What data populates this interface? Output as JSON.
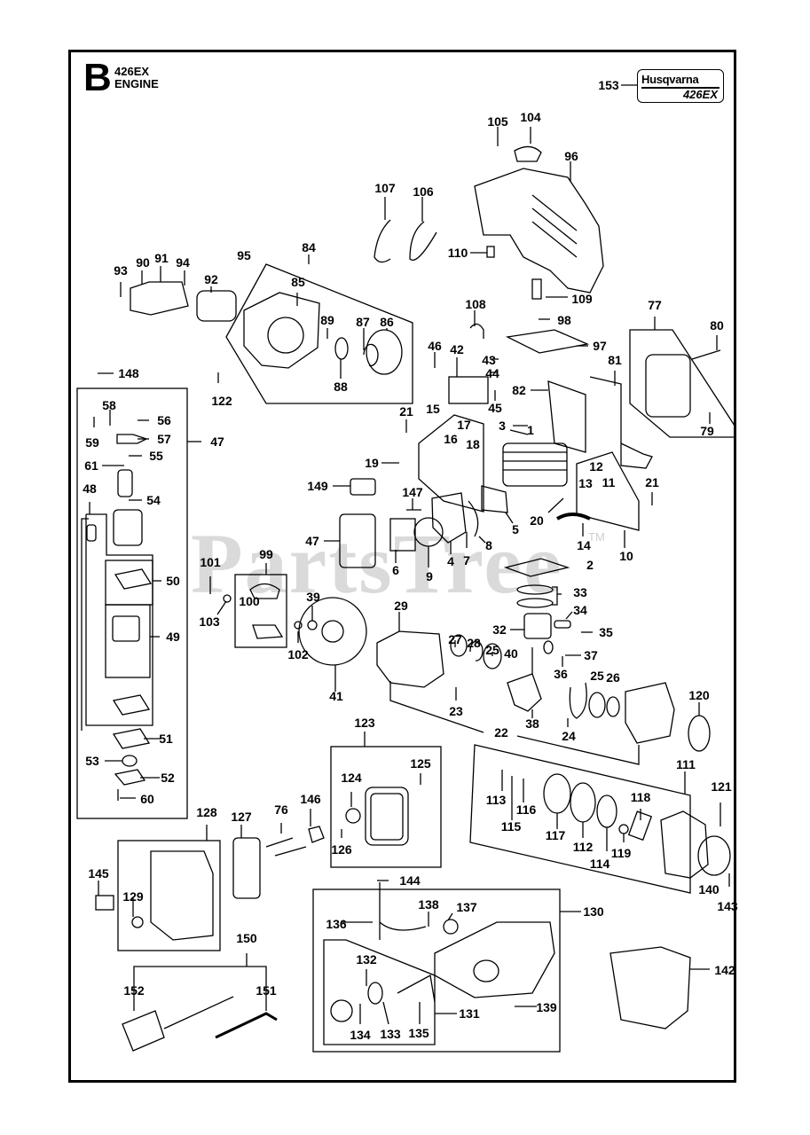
{
  "header": {
    "section_letter": "B",
    "model": "426EX",
    "section_title": "ENGINE"
  },
  "brand_badge": {
    "callout": "153",
    "brand": "Husqvarna",
    "model": "426EX"
  },
  "watermark": {
    "text": "PartsTree",
    "trademark": "TM"
  },
  "colors": {
    "ink": "#000000",
    "watermark": "#d4d4d4",
    "background": "#ffffff"
  },
  "callouts": [
    {
      "id": "1",
      "label": "1"
    },
    {
      "id": "2",
      "label": "2"
    },
    {
      "id": "3",
      "label": "3"
    },
    {
      "id": "4",
      "label": "4"
    },
    {
      "id": "5",
      "label": "5"
    },
    {
      "id": "6",
      "label": "6"
    },
    {
      "id": "7",
      "label": "7"
    },
    {
      "id": "8",
      "label": "8"
    },
    {
      "id": "9",
      "label": "9"
    },
    {
      "id": "10",
      "label": "10"
    },
    {
      "id": "11",
      "label": "11"
    },
    {
      "id": "12",
      "label": "12"
    },
    {
      "id": "13",
      "label": "13"
    },
    {
      "id": "14",
      "label": "14"
    },
    {
      "id": "15",
      "label": "15"
    },
    {
      "id": "16",
      "label": "16"
    },
    {
      "id": "17",
      "label": "17"
    },
    {
      "id": "18",
      "label": "18"
    },
    {
      "id": "19",
      "label": "19"
    },
    {
      "id": "20",
      "label": "20"
    },
    {
      "id": "21a",
      "label": "21"
    },
    {
      "id": "21b",
      "label": "21"
    },
    {
      "id": "22",
      "label": "22"
    },
    {
      "id": "23",
      "label": "23"
    },
    {
      "id": "24",
      "label": "24"
    },
    {
      "id": "25a",
      "label": "25"
    },
    {
      "id": "25b",
      "label": "25"
    },
    {
      "id": "26",
      "label": "26"
    },
    {
      "id": "27",
      "label": "27"
    },
    {
      "id": "28",
      "label": "28"
    },
    {
      "id": "29",
      "label": "29"
    },
    {
      "id": "32",
      "label": "32"
    },
    {
      "id": "33",
      "label": "33"
    },
    {
      "id": "34",
      "label": "34"
    },
    {
      "id": "35",
      "label": "35"
    },
    {
      "id": "36",
      "label": "36"
    },
    {
      "id": "37",
      "label": "37"
    },
    {
      "id": "38",
      "label": "38"
    },
    {
      "id": "39",
      "label": "39"
    },
    {
      "id": "40",
      "label": "40"
    },
    {
      "id": "41",
      "label": "41"
    },
    {
      "id": "42",
      "label": "42"
    },
    {
      "id": "43",
      "label": "43"
    },
    {
      "id": "44",
      "label": "44"
    },
    {
      "id": "45",
      "label": "45"
    },
    {
      "id": "46",
      "label": "46"
    },
    {
      "id": "47a",
      "label": "47"
    },
    {
      "id": "47b",
      "label": "47"
    },
    {
      "id": "48",
      "label": "48"
    },
    {
      "id": "49",
      "label": "49"
    },
    {
      "id": "50",
      "label": "50"
    },
    {
      "id": "51",
      "label": "51"
    },
    {
      "id": "52",
      "label": "52"
    },
    {
      "id": "53",
      "label": "53"
    },
    {
      "id": "54",
      "label": "54"
    },
    {
      "id": "55",
      "label": "55"
    },
    {
      "id": "56",
      "label": "56"
    },
    {
      "id": "57",
      "label": "57"
    },
    {
      "id": "58",
      "label": "58"
    },
    {
      "id": "59",
      "label": "59"
    },
    {
      "id": "60",
      "label": "60"
    },
    {
      "id": "61",
      "label": "61"
    },
    {
      "id": "76",
      "label": "76"
    },
    {
      "id": "77",
      "label": "77"
    },
    {
      "id": "79",
      "label": "79"
    },
    {
      "id": "80",
      "label": "80"
    },
    {
      "id": "81",
      "label": "81"
    },
    {
      "id": "82",
      "label": "82"
    },
    {
      "id": "84",
      "label": "84"
    },
    {
      "id": "85",
      "label": "85"
    },
    {
      "id": "86",
      "label": "86"
    },
    {
      "id": "87",
      "label": "87"
    },
    {
      "id": "88",
      "label": "88"
    },
    {
      "id": "89",
      "label": "89"
    },
    {
      "id": "90",
      "label": "90"
    },
    {
      "id": "91",
      "label": "91"
    },
    {
      "id": "92",
      "label": "92"
    },
    {
      "id": "93",
      "label": "93"
    },
    {
      "id": "94",
      "label": "94"
    },
    {
      "id": "95",
      "label": "95"
    },
    {
      "id": "96",
      "label": "96"
    },
    {
      "id": "97",
      "label": "97"
    },
    {
      "id": "98",
      "label": "98"
    },
    {
      "id": "99",
      "label": "99"
    },
    {
      "id": "100",
      "label": "100"
    },
    {
      "id": "101",
      "label": "101"
    },
    {
      "id": "102",
      "label": "102"
    },
    {
      "id": "103",
      "label": "103"
    },
    {
      "id": "104",
      "label": "104"
    },
    {
      "id": "105",
      "label": "105"
    },
    {
      "id": "106",
      "label": "106"
    },
    {
      "id": "107",
      "label": "107"
    },
    {
      "id": "108",
      "label": "108"
    },
    {
      "id": "109",
      "label": "109"
    },
    {
      "id": "110",
      "label": "110"
    },
    {
      "id": "111",
      "label": "111"
    },
    {
      "id": "112",
      "label": "112"
    },
    {
      "id": "113",
      "label": "113"
    },
    {
      "id": "114",
      "label": "114"
    },
    {
      "id": "115",
      "label": "115"
    },
    {
      "id": "116",
      "label": "116"
    },
    {
      "id": "117",
      "label": "117"
    },
    {
      "id": "118",
      "label": "118"
    },
    {
      "id": "119",
      "label": "119"
    },
    {
      "id": "120",
      "label": "120"
    },
    {
      "id": "121",
      "label": "121"
    },
    {
      "id": "122",
      "label": "122"
    },
    {
      "id": "123",
      "label": "123"
    },
    {
      "id": "124",
      "label": "124"
    },
    {
      "id": "125",
      "label": "125"
    },
    {
      "id": "126",
      "label": "126"
    },
    {
      "id": "127",
      "label": "127"
    },
    {
      "id": "128",
      "label": "128"
    },
    {
      "id": "129",
      "label": "129"
    },
    {
      "id": "130",
      "label": "130"
    },
    {
      "id": "131",
      "label": "131"
    },
    {
      "id": "132",
      "label": "132"
    },
    {
      "id": "133",
      "label": "133"
    },
    {
      "id": "134",
      "label": "134"
    },
    {
      "id": "135",
      "label": "135"
    },
    {
      "id": "136",
      "label": "136"
    },
    {
      "id": "137",
      "label": "137"
    },
    {
      "id": "138",
      "label": "138"
    },
    {
      "id": "139",
      "label": "139"
    },
    {
      "id": "140",
      "label": "140"
    },
    {
      "id": "142",
      "label": "142"
    },
    {
      "id": "143",
      "label": "143"
    },
    {
      "id": "144",
      "label": "144"
    },
    {
      "id": "145",
      "label": "145"
    },
    {
      "id": "146",
      "label": "146"
    },
    {
      "id": "147",
      "label": "147"
    },
    {
      "id": "148",
      "label": "148"
    },
    {
      "id": "149",
      "label": "149"
    },
    {
      "id": "150",
      "label": "150"
    },
    {
      "id": "151",
      "label": "151"
    },
    {
      "id": "152",
      "label": "152"
    }
  ]
}
